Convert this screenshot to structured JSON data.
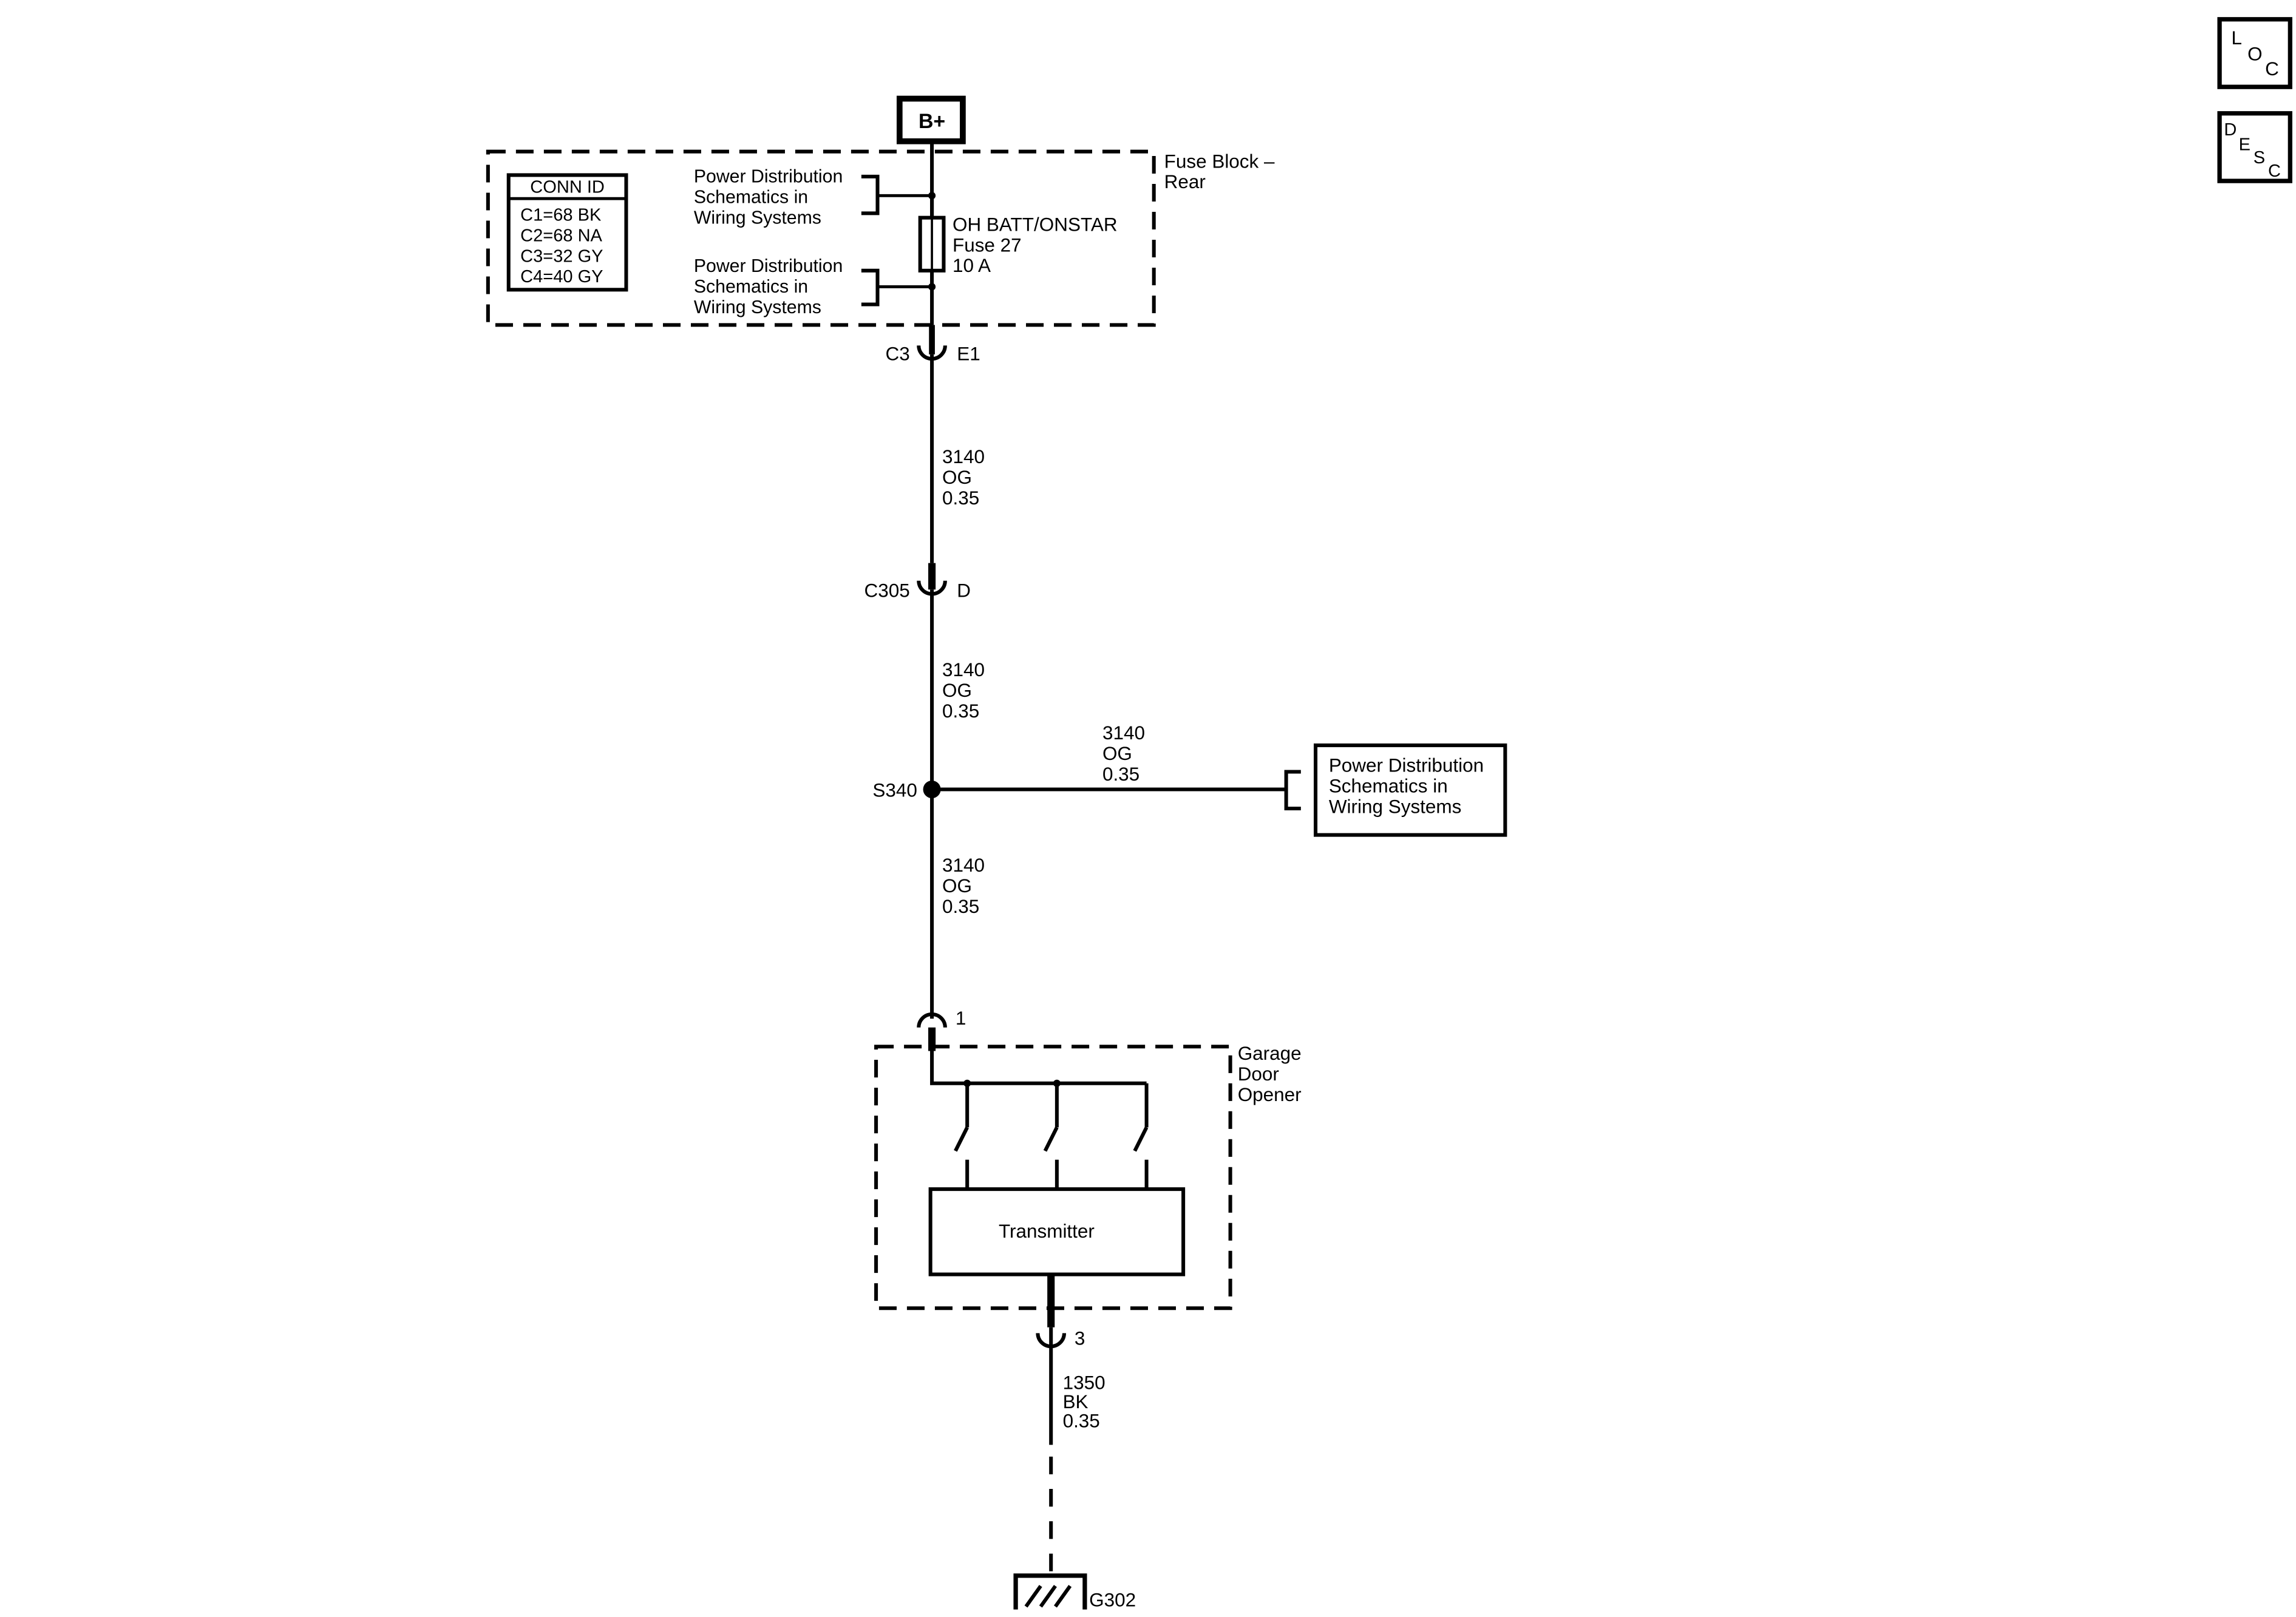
{
  "power_source": {
    "label": "B+"
  },
  "fuse_block": {
    "title_line1": "Fuse Block –",
    "title_line2": "Rear",
    "conn_id": {
      "header": "CONN ID",
      "rows": [
        "C1=68 BK",
        "C2=68 NA",
        "C3=32 GY",
        "C4=40 GY"
      ]
    },
    "ref_top": [
      "Power Distribution",
      "Schematics in",
      "Wiring Systems"
    ],
    "ref_bottom": [
      "Power Distribution",
      "Schematics in",
      "Wiring Systems"
    ],
    "fuse": {
      "name": "OH BATT/ONSTAR",
      "number": "Fuse 27",
      "rating": "10 A"
    }
  },
  "connectors": {
    "c3": {
      "left": "C3",
      "right": "E1"
    },
    "c305": {
      "left": "C305",
      "right": "D"
    },
    "pin1": {
      "label": "1"
    },
    "pin3": {
      "label": "3"
    }
  },
  "wires": {
    "w1": [
      "3140",
      "OG",
      "0.35"
    ],
    "w2": [
      "3140",
      "OG",
      "0.35"
    ],
    "w_branch": [
      "3140",
      "OG",
      "0.35"
    ],
    "w3": [
      "3140",
      "OG",
      "0.35"
    ],
    "w_ground": [
      "1350",
      "BK",
      "0.35"
    ]
  },
  "splice": {
    "label": "S340"
  },
  "ref_box": [
    "Power Distribution",
    "Schematics in",
    "Wiring Systems"
  ],
  "garage_door_opener": {
    "title": [
      "Garage",
      "Door",
      "Opener"
    ],
    "transmitter_label": "Transmitter"
  },
  "ground": {
    "label": "G302"
  },
  "nav_icons": {
    "loc": [
      "L",
      "O",
      "C"
    ],
    "desc": [
      "D",
      "E",
      "S",
      "C"
    ]
  }
}
